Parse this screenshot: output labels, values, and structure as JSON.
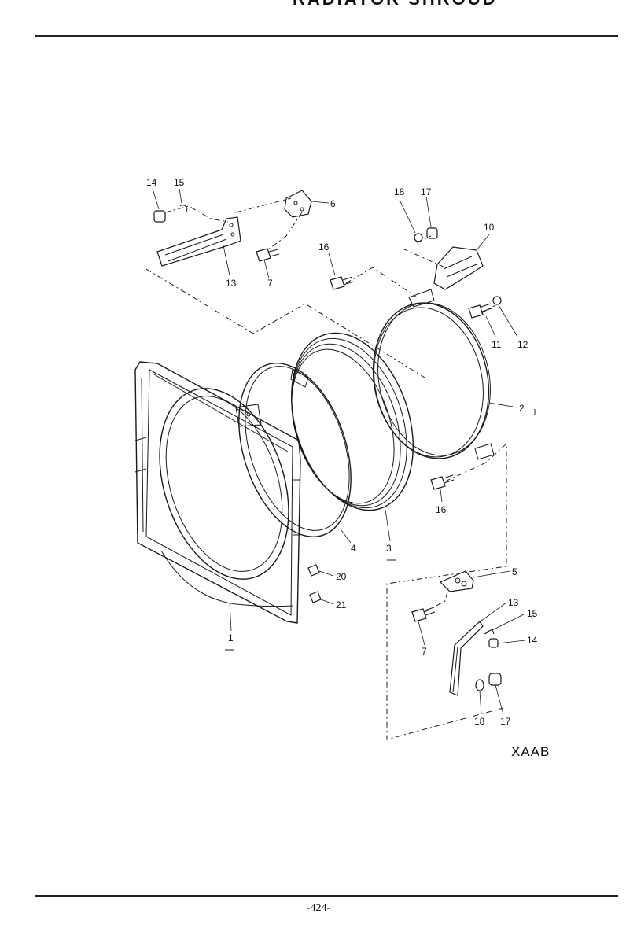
{
  "page": {
    "header_title": "RADIATOR SHROUD",
    "diagram_code": "XAAB",
    "page_number": "-424-"
  },
  "callouts": {
    "c1": "1",
    "c2": "2",
    "c3": "3",
    "c4": "4",
    "c5": "5",
    "c6": "6",
    "c7a": "7",
    "c7b": "7",
    "c10": "10",
    "c11": "11",
    "c12": "12",
    "c13a": "13",
    "c13b": "13",
    "c14a": "14",
    "c14b": "14",
    "c15a": "15",
    "c15b": "15",
    "c16a": "16",
    "c16b": "16",
    "c17a": "17",
    "c17b": "17",
    "c18a": "18",
    "c18b": "18",
    "c20": "20",
    "c21": "21"
  }
}
